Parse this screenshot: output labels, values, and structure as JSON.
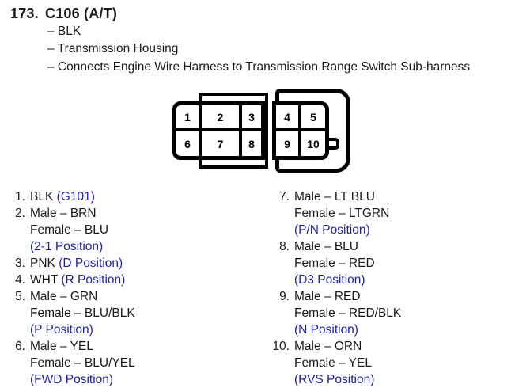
{
  "header": {
    "index": "173.",
    "title": "C106 (A/T)"
  },
  "bullets": [
    "– BLK",
    "– Transmission Housing",
    "– Connects Engine Wire Harness to Transmission Range Switch Sub-harness"
  ],
  "connector": {
    "pins": [
      "1",
      "2",
      "3",
      "4",
      "5",
      "6",
      "7",
      "8",
      "9",
      "10"
    ]
  },
  "pin_list_left": [
    {
      "num": "1.",
      "lines": [
        {
          "text": "BLK ",
          "blue": "(G101)"
        }
      ]
    },
    {
      "num": "2.",
      "lines": [
        {
          "text": "Male – BRN"
        },
        {
          "text": "Female – BLU"
        },
        {
          "blue": "(2-1 Position)"
        }
      ]
    },
    {
      "num": "3.",
      "lines": [
        {
          "text": "PNK ",
          "blue": "(D Position)"
        }
      ]
    },
    {
      "num": "4.",
      "lines": [
        {
          "text": "WHT ",
          "blue": "(R Position)"
        }
      ]
    },
    {
      "num": "5.",
      "lines": [
        {
          "text": "Male – GRN"
        },
        {
          "text": "Female – BLU/BLK"
        },
        {
          "blue": "(P Position)"
        }
      ]
    },
    {
      "num": "6.",
      "lines": [
        {
          "text": "Male – YEL"
        },
        {
          "text": "Female – BLU/YEL"
        },
        {
          "blue": "(FWD Position)"
        }
      ]
    }
  ],
  "pin_list_right": [
    {
      "num": "7.",
      "lines": [
        {
          "text": "Male – LT BLU"
        },
        {
          "text": "Female – LTGRN"
        },
        {
          "blue": "(P/N Position)"
        }
      ]
    },
    {
      "num": "8.",
      "lines": [
        {
          "text": "Male – BLU"
        },
        {
          "text": "Female – RED"
        },
        {
          "blue": "(D3 Position)"
        }
      ]
    },
    {
      "num": "9.",
      "lines": [
        {
          "text": "Male – RED"
        },
        {
          "text": "Female – RED/BLK"
        },
        {
          "blue": "(N Position)"
        }
      ]
    },
    {
      "num": "10.",
      "lines": [
        {
          "text": "Male – ORN"
        },
        {
          "text": "Female – YEL"
        },
        {
          "blue": "(RVS Position)"
        }
      ]
    }
  ],
  "colors": {
    "ink": "#1a1a1a",
    "link_blue": "#2222a6",
    "line_black": "#000000",
    "background": "#ffffff"
  }
}
